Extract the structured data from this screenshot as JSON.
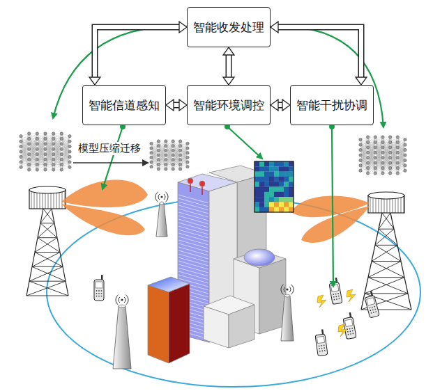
{
  "diagram": {
    "nodes": [
      {
        "text": [
          "智能收发处理"
        ]
      },
      {
        "text": [
          "智能信道感知"
        ]
      },
      {
        "text": [
          "智能环境调控"
        ]
      },
      {
        "text": [
          "智能干扰协调"
        ]
      }
    ],
    "edges": [
      {
        "from": 0,
        "to": 1,
        "arrow": "both"
      },
      {
        "from": 0,
        "to": 2,
        "arrow": "both"
      },
      {
        "from": 0,
        "to": 3,
        "arrow": "both"
      },
      {
        "from": 1,
        "to": 2,
        "arrow": "both"
      },
      {
        "from": 2,
        "to": 3,
        "arrow": "both"
      }
    ],
    "labels": [
      "模型压缩迁移"
    ]
  }
}
